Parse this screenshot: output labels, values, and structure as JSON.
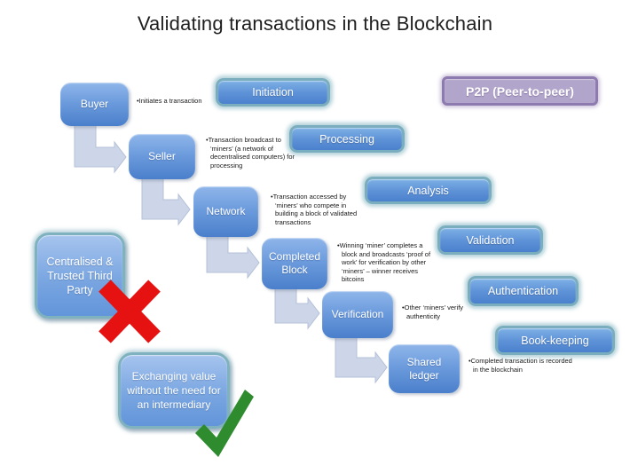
{
  "title": "Validating transactions in the Blockchain",
  "p2p": {
    "label": "P2P (Peer-to-peer)"
  },
  "flow": {
    "nodes": [
      {
        "label": "Buyer",
        "note": "•Initiates a transaction"
      },
      {
        "label": "Seller",
        "note": "•Transaction broadcast to ‘miners’ (a network of decentralised computers) for processing"
      },
      {
        "label": "Network",
        "note": "•Transaction accessed by ‘miners’ who compete in building a block of validated transactions"
      },
      {
        "label": "Completed Block",
        "note": "•Winning ‘miner’ completes a block and broadcasts ‘proof of work’ for verification by other ‘miners’ – winner receives bitcoins"
      },
      {
        "label": "Verification",
        "note": "•Other ‘miners’ verify authenticity"
      },
      {
        "label": "Shared ledger",
        "note": "•Completed transaction is recorded in the blockchain"
      }
    ]
  },
  "stages": [
    {
      "label": "Initiation"
    },
    {
      "label": "Processing"
    },
    {
      "label": "Analysis"
    },
    {
      "label": "Validation"
    },
    {
      "label": "Authentication"
    },
    {
      "label": "Book-keeping"
    }
  ],
  "callouts": {
    "rejected": {
      "label": "Centralised & Trusted Third Party",
      "mark": "red-cross"
    },
    "accepted": {
      "label": "Exchanging value without the need for an intermediary",
      "mark": "green-check"
    }
  },
  "colors": {
    "node_blue_top": "#8fb6ea",
    "node_blue_bottom": "#4a7fcb",
    "stage_glow_teal": "#7aaebe",
    "p2p_fill": "#b2a5cb",
    "p2p_border": "#8d7aaf",
    "arrow_gray": "#cdd6e8",
    "cross_red": "#e61212",
    "check_green": "#2e8b2e",
    "title_text": "#1f1f1f"
  }
}
